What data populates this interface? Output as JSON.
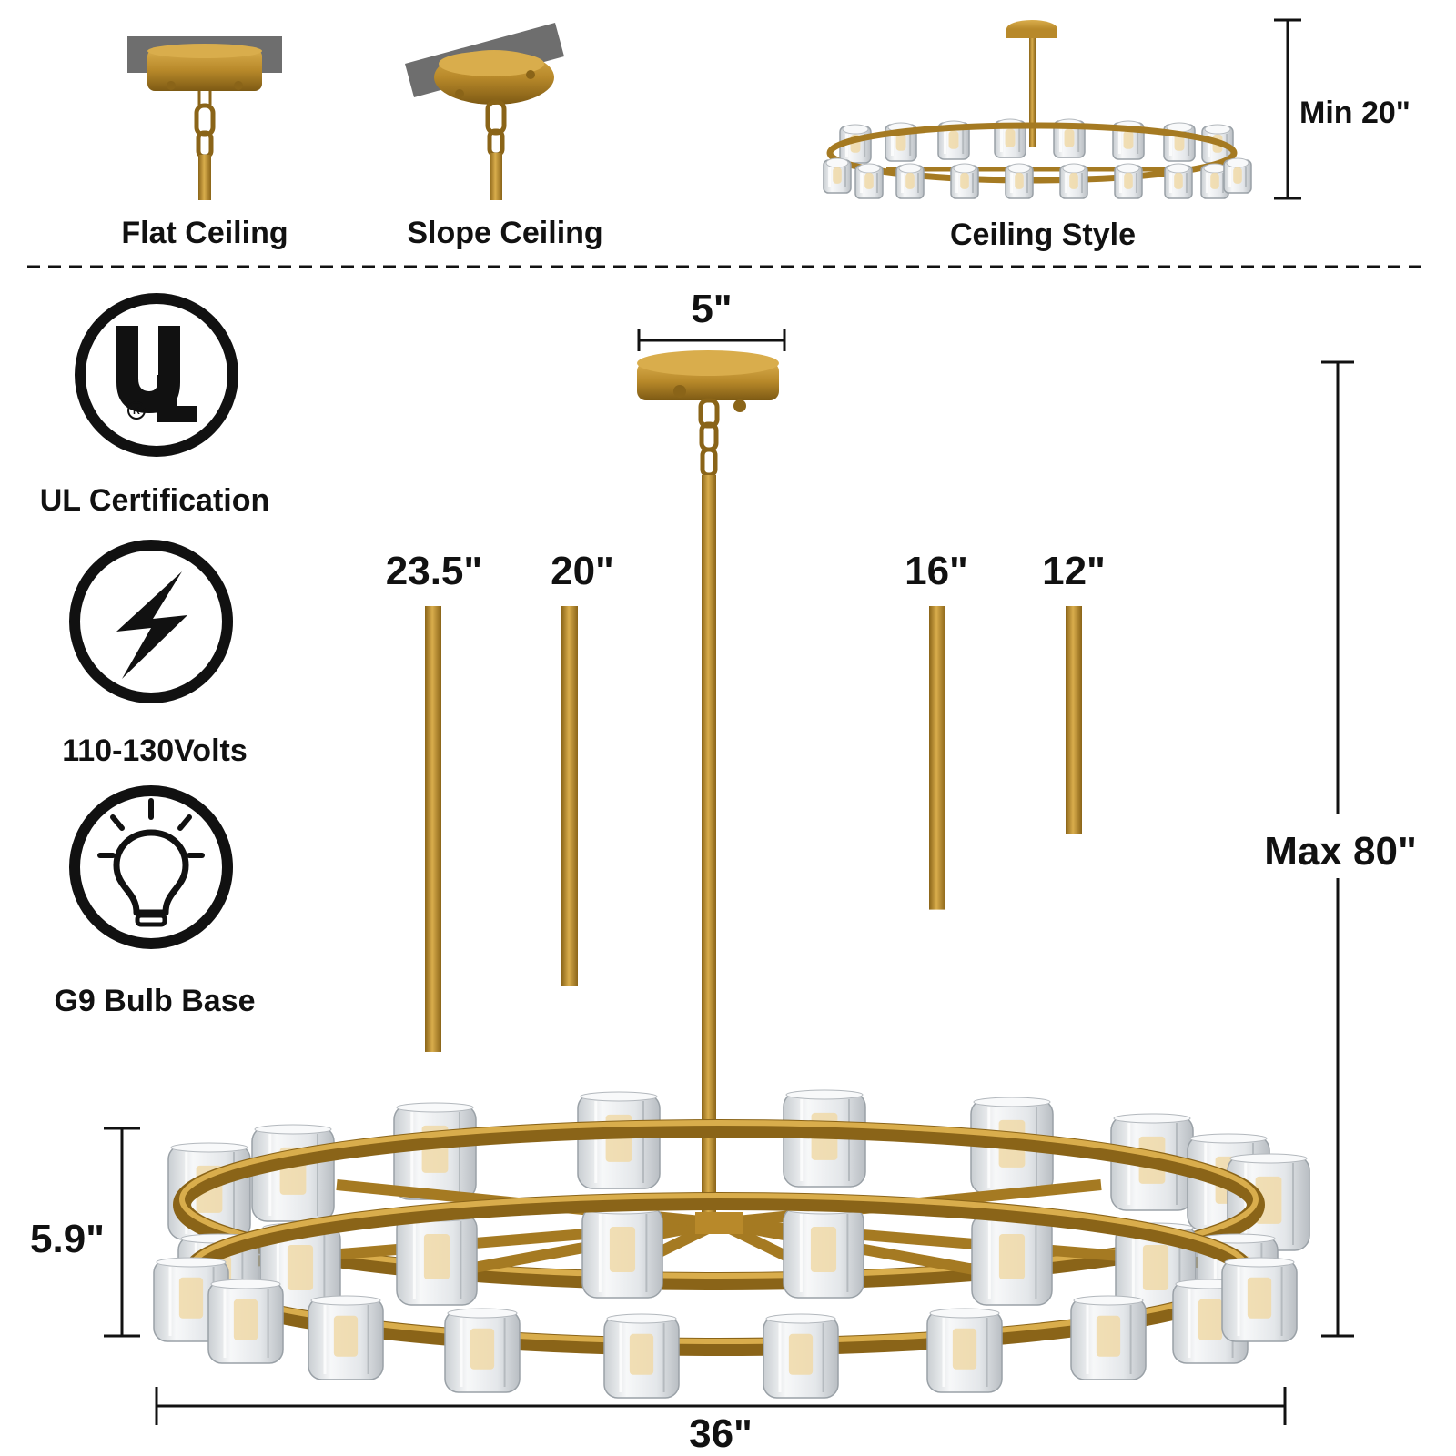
{
  "mounting": {
    "flat_ceiling": "Flat Ceiling",
    "slope_ceiling": "Slope Ceiling",
    "ceiling_style": "Ceiling Style",
    "min_height": "Min 20\""
  },
  "features": {
    "ul_label": "UL Certification",
    "ul_logo": "UL",
    "voltage_label": "110-130Volts",
    "bulb_label": "G9 Bulb Base"
  },
  "dimensions": {
    "canopy_width": "5\"",
    "max_height": "Max 80\"",
    "ring_height": "5.9\"",
    "diameter": "36\""
  },
  "rods": [
    {
      "label": "23.5\"",
      "length": 23.5
    },
    {
      "label": "20\"",
      "length": 20
    },
    {
      "label": "16\"",
      "length": 16
    },
    {
      "label": "12\"",
      "length": 12
    }
  ],
  "colors": {
    "brass": "#b8892a",
    "brass_dark": "#8a6418",
    "brass_light": "#d9ad4c",
    "crystal": "#e9ecee",
    "ink": "#111111",
    "ceiling_gray": "#6e6e6e"
  },
  "icons": [
    "ul-logo-icon",
    "lightning-bolt-icon",
    "light-bulb-icon"
  ]
}
